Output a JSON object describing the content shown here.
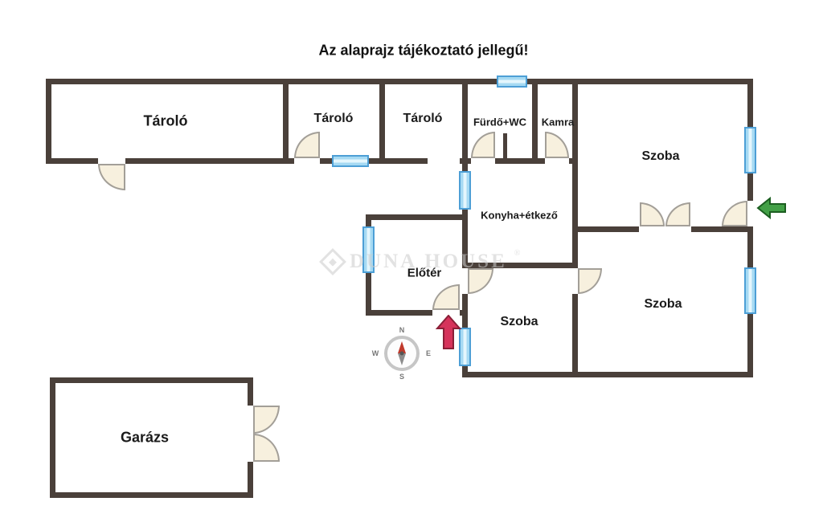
{
  "title": "Az alaprajz tájékoztató jellegű!",
  "rooms": {
    "tarolo1": "Tároló",
    "tarolo2": "Tároló",
    "tarolo3": "Tároló",
    "furdo_wc": "Fürdő+WC",
    "kamra": "Kamra",
    "szoba_top": "Szoba",
    "konyha_etkezo": "Konyha+étkező",
    "eloter": "Előtér",
    "szoba_middle": "Szoba",
    "szoba_right": "Szoba",
    "garazs": "Garázs"
  },
  "compass": {
    "north": "N",
    "south": "S",
    "east": "E",
    "west": "W"
  },
  "watermark": {
    "word1": "DUNA",
    "word2": "HOUSE",
    "registered": "®"
  },
  "colors": {
    "wall": "#4a403a",
    "window-fill": "#a6daf3",
    "window-frame": "#4d9fd6",
    "door-fill": "#f7f0de",
    "door-frame": "#a39f98",
    "arrow-red": "#d6335b",
    "arrow-red-edge": "#8a1f37",
    "arrow-green": "#43a047",
    "arrow-green-edge": "#1b5e20",
    "watermark": "#cccccc"
  }
}
